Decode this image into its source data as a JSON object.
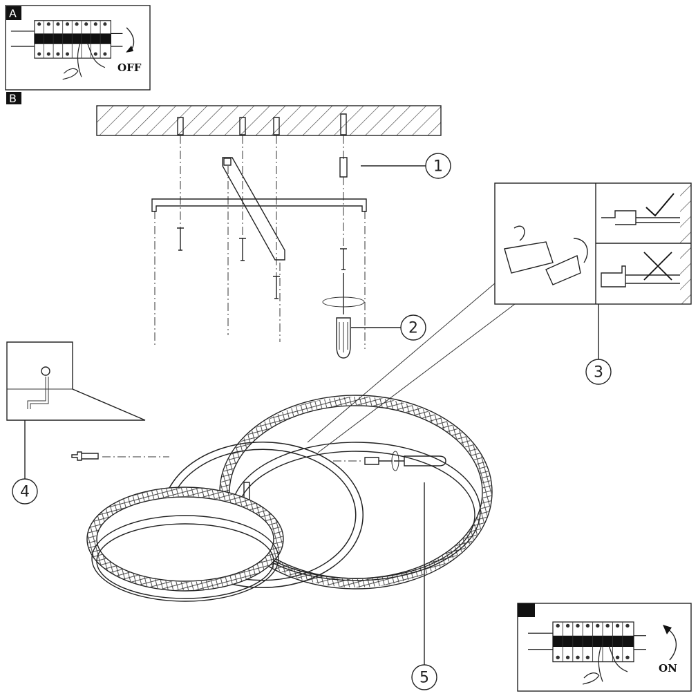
{
  "panels": {
    "a": {
      "label": "A",
      "switch_text": "OFF"
    },
    "b": {
      "label": "B"
    },
    "c": {
      "label": "",
      "switch_text": "ON"
    }
  },
  "callouts": [
    "1",
    "2",
    "3",
    "4",
    "5"
  ],
  "colors": {
    "line": "#222222",
    "label_bg": "#111111",
    "background": "#ffffff"
  }
}
